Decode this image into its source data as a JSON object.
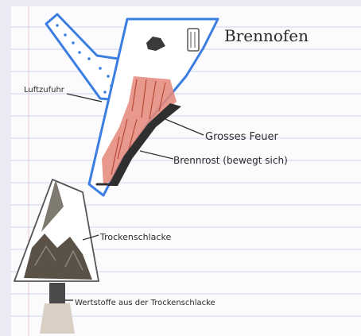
{
  "diagram": {
    "title": "Brennofen",
    "labels": {
      "air_intake": "Luftzufuhr",
      "big_fire": "Grosses Feuer",
      "grate": "Brennrost (bewegt sich)",
      "dry_slag": "Trockenschlacke",
      "recyclables": "Wertstoffe aus der Trockenschlacke"
    }
  },
  "colors": {
    "paper": "#fbfbfd",
    "ruled_line": "#c9d4ea",
    "outline": "#3b7de0",
    "fire": "#e58a7c",
    "slag": "#5a5247"
  }
}
